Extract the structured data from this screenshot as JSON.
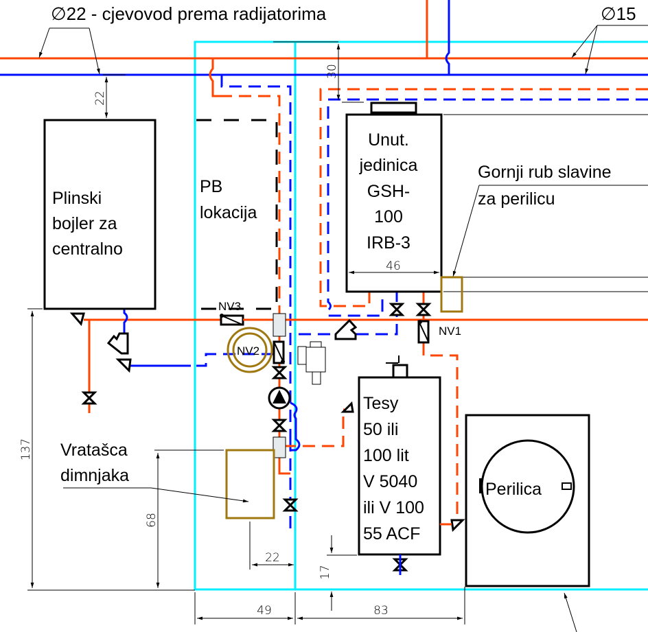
{
  "drawing": {
    "colors": {
      "hot_pipe": "#ff4500",
      "cold_pipe": "#0010ff",
      "wall": "#00eeff",
      "gold_element": "#a07810",
      "outline": "#000000"
    },
    "annotations": {
      "radiator_pipe": "∅22 - cjevovod prema radijatorima",
      "pipe_15": "∅15",
      "tap_edge_line1": "Gornji rub slavine",
      "tap_edge_line2": "za perilicu",
      "chimney_door_line1": "Vratašca",
      "chimney_door_line2": "dimnjaka"
    },
    "components": {
      "gas_boiler": [
        "Plinski",
        "bojler za",
        "centralno"
      ],
      "pb_location": [
        "PB",
        "lokacija"
      ],
      "indoor_unit": [
        "Unut.",
        "jedinica",
        "GSH-",
        "100",
        "IRB-3"
      ],
      "water_heater": [
        "Tesy",
        "50 ili",
        "100 lit",
        "V 5040",
        "ili V 100",
        "55 ACF"
      ],
      "washing_machine": "Perilica"
    },
    "valves": {
      "nv1": "NV1",
      "nv2": "NV2",
      "nv3": "NV3"
    },
    "dimensions": {
      "d22_top": "22",
      "d30": "30",
      "d46": "46",
      "d137": "137",
      "d68": "68",
      "d22_bottom": "22",
      "d17": "17",
      "d49": "49",
      "d83": "83"
    }
  }
}
